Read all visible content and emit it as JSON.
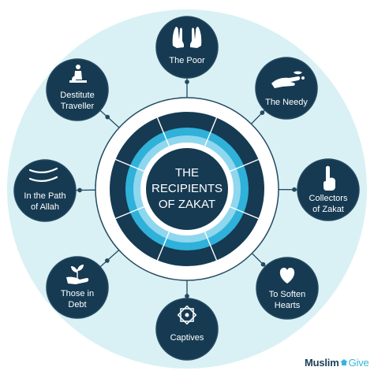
{
  "center": {
    "title_line1": "THE",
    "title_line2": "RECIPIENTS",
    "title_line3": "OF ZAKAT"
  },
  "nodes": [
    {
      "id": "poor",
      "lines": [
        "The Poor"
      ],
      "icon": "praying-hands-icon"
    },
    {
      "id": "needy",
      "lines": [
        "The Needy"
      ],
      "icon": "giving-hand-icon"
    },
    {
      "id": "collectors",
      "lines": [
        "Collectors",
        "of Zakat"
      ],
      "icon": "raised-finger-icon"
    },
    {
      "id": "soften",
      "lines": [
        "To Soften",
        "Hearts"
      ],
      "icon": "heart-icon"
    },
    {
      "id": "captives",
      "lines": [
        "Captives"
      ],
      "icon": "star-emblem-icon"
    },
    {
      "id": "debt",
      "lines": [
        "Those in",
        "Debt"
      ],
      "icon": "hand-plant-icon"
    },
    {
      "id": "path",
      "lines": [
        "In the Path",
        "of Allah"
      ],
      "icon": "crossed-swords-icon"
    },
    {
      "id": "traveller",
      "lines": [
        "Destitute",
        "Traveller"
      ],
      "icon": "praying-person-icon"
    }
  ],
  "logo": {
    "part1": "Muslim",
    "part2": "Give"
  },
  "colors": {
    "navy": "#163a52",
    "cyan": "#2fb1da",
    "light_cyan": "#8fd7ee",
    "halo": "#d9f1f4",
    "outline": "#244a62"
  }
}
